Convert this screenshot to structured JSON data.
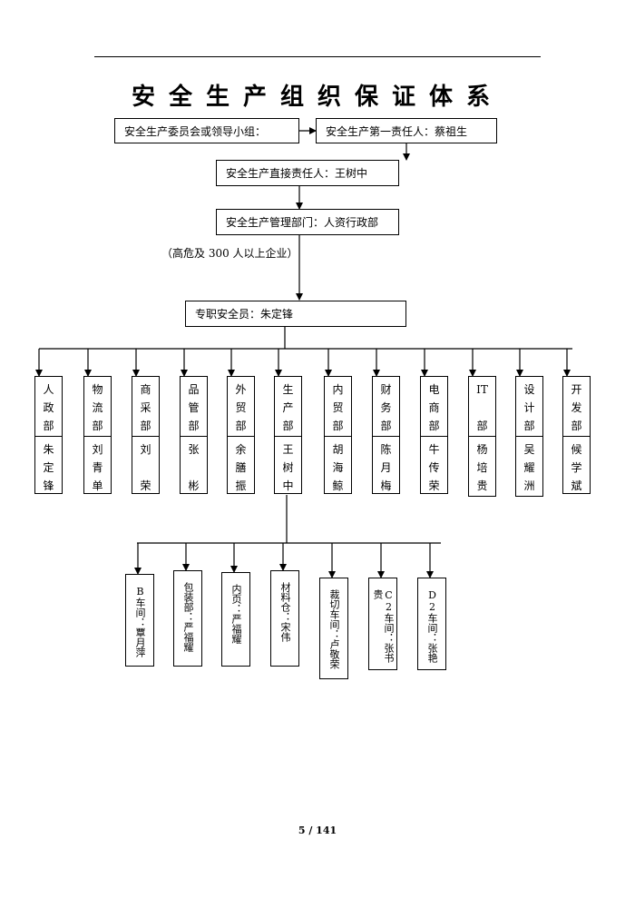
{
  "title": "安全生产组织保证体系",
  "boxes": {
    "committee": "安全生产委员会或领导小组：",
    "first_responsible": "安全生产第一责任人：蔡祖生",
    "direct_responsible": "安全生产直接责任人：王树中",
    "management_dept": "安全生产管理部门：人资行政部",
    "note": "（高危及 300 人以上企业）",
    "safety_officer": "专职安全员：朱定锋"
  },
  "departments": [
    {
      "name": [
        "人",
        "政",
        "部"
      ],
      "person": [
        "朱",
        "定",
        "锋"
      ]
    },
    {
      "name": [
        "物",
        "流",
        "部"
      ],
      "person": [
        "刘",
        "青",
        "单"
      ]
    },
    {
      "name": [
        "商",
        "采",
        "部"
      ],
      "person": [
        "刘",
        "",
        "荣"
      ]
    },
    {
      "name": [
        "品",
        "管",
        "部"
      ],
      "person": [
        "张",
        "",
        "彬"
      ]
    },
    {
      "name": [
        "外",
        "贸",
        "部"
      ],
      "person": [
        "余",
        "膳",
        "振"
      ]
    },
    {
      "name": [
        "生",
        "产",
        "部"
      ],
      "person": [
        "王",
        "树",
        "中"
      ]
    },
    {
      "name": [
        "内",
        "贸",
        "部"
      ],
      "person": [
        "胡",
        "海",
        "鲸"
      ]
    },
    {
      "name": [
        "财",
        "务",
        "部"
      ],
      "person": [
        "陈",
        "月",
        "梅"
      ]
    },
    {
      "name": [
        "电",
        "商",
        "部"
      ],
      "person": [
        "牛",
        "传",
        "荣"
      ]
    },
    {
      "name": [
        "IT",
        "",
        "部"
      ],
      "person": [
        "杨",
        "培",
        "贵"
      ]
    },
    {
      "name": [
        "设",
        "计",
        "部"
      ],
      "person": [
        "吴",
        "耀",
        "洲"
      ]
    },
    {
      "name": [
        "开",
        "发",
        "部"
      ],
      "person": [
        "候",
        "学",
        "斌"
      ]
    }
  ],
  "workshops": [
    "B车间：覃月萍",
    "包装部：严福耀",
    "内页：严福耀",
    "材料仓：宋伟",
    "裁切车间：卢敬荣",
    "C2车间：张书贵",
    "D2车间：张艳"
  ],
  "footer": "5 / 141"
}
